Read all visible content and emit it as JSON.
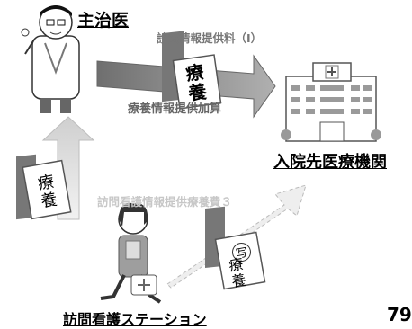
{
  "labels": {
    "doctor": "主治医",
    "hospital": "入院先医療機関",
    "station": "訪問看護ステーション",
    "fee_top": "診療情報提供料（Ⅰ）",
    "fee_mid": "療養情報提供加算",
    "fee_nursing": "訪問看護情報提供療養費３",
    "page_number": "79"
  },
  "documents": {
    "doc_top": "療\n養",
    "doc_left": "療\n養",
    "doc_bottom_mark": "写",
    "doc_bottom": "療\n養"
  },
  "colors": {
    "arrow_gray": "#8a8a8a",
    "arrow_light": "#d7d7d7",
    "hospital_outline": "#555555"
  }
}
